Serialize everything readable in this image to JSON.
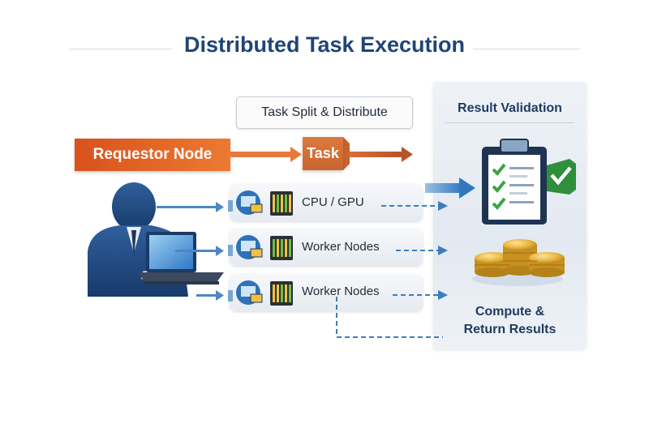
{
  "title": "Distributed Task Execution",
  "split_label": "Task Split & Distribute",
  "requestor_label": "Requestor Node",
  "task_label": "Task",
  "workers": [
    {
      "label": "CPU / GPU"
    },
    {
      "label": "Worker Nodes"
    },
    {
      "label": "Worker Nodes"
    }
  ],
  "validation_title": "Result Validation",
  "compute_line1": "Compute &",
  "compute_line2": "Return Results",
  "colors": {
    "title": "#1f4577",
    "requestor": "#e0622a",
    "arrow_blue": "#3b7dbf",
    "gold": "#e2aa2c",
    "check_green": "#3aa544"
  },
  "icons": [
    "person-laptop-icon",
    "monitor-icon",
    "server-rack-icon",
    "clipboard-checklist-icon",
    "green-check-icon",
    "coin-stack-icon"
  ]
}
